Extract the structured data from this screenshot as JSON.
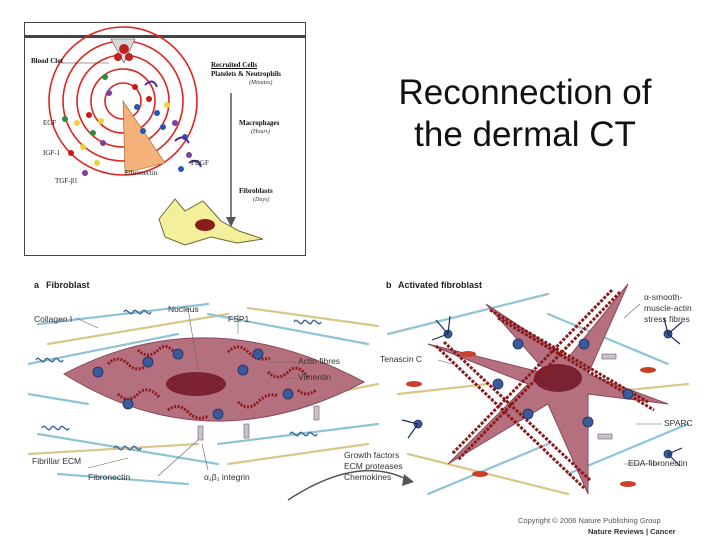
{
  "slide": {
    "title_line1": "Reconnection of",
    "title_line2": "the dermal CT"
  },
  "wound_figure": {
    "blood_clot": "Blood Clot",
    "recruited_cells": "Recruited Cells",
    "platelets_neutrophils": "Platelets & Neutrophils",
    "minutes": "(Minutes)",
    "macrophages": "Macrophages",
    "hours": "(Hours)",
    "fibroblasts": "Fibroblasts",
    "days": "(Days)",
    "egf": "EGF",
    "igf1": "IGF-1",
    "tgfb1": "TGF-β1",
    "fibronectin": "Fibronectin",
    "pdgf": "PDGF"
  },
  "fibroblast_figure": {
    "panel_a_letter": "a",
    "panel_a_title": "Fibroblast",
    "panel_b_letter": "b",
    "panel_b_title": "Activated fibroblast",
    "collagen": "Collagen I",
    "nucleus": "Nucleus",
    "fsp1": "FSP1",
    "actin_fibres": "Actin fibres",
    "vimentin": "Vimentin",
    "fibrillar_ecm": "Fibrillar ECM",
    "fibronectin": "Fibronectin",
    "integrin": "α₁β₁ integrin",
    "growth_factors": "Growth factors",
    "ecm_proteases": "ECM proteases",
    "chemokines": "Chemokines",
    "tenascin": "Tenascin C",
    "sma_line1": "α-smooth-",
    "sma_line2": "muscle-actin",
    "sma_line3": "stress fibres",
    "sparc": "SPARC",
    "eda_fibronectin": "EDA-fibronectin",
    "copyright": "Copyright © 2006 Nature Publishing Group",
    "journal": "Nature Reviews | Cancer"
  },
  "colors": {
    "cell_body": "#b5707f",
    "nucleus": "#7a2232",
    "fibre_blue": "#8fc3d8",
    "fibre_tan": "#d9c78a",
    "ring_red": "#e0241e",
    "fibroblast_yellow": "#f4ef9a"
  }
}
